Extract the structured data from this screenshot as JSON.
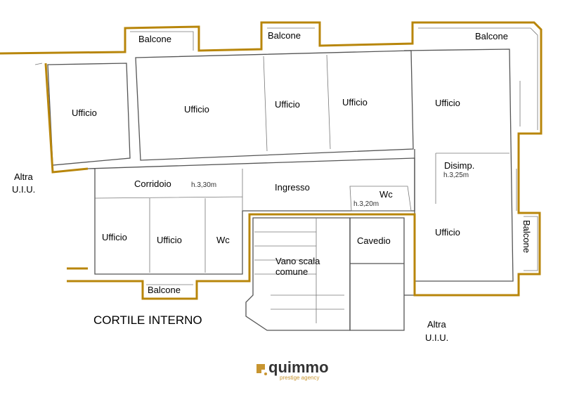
{
  "plan": {
    "rooms": {
      "ufficio_1": "Ufficio",
      "ufficio_2": "Ufficio",
      "ufficio_3": "Ufficio",
      "ufficio_4": "Ufficio",
      "ufficio_5": "Ufficio",
      "ufficio_6": "Ufficio",
      "ufficio_7": "Ufficio",
      "ufficio_8": "Ufficio",
      "corridoio": "Corridoio",
      "corridoio_h": "h.3,30m",
      "ingresso": "Ingresso",
      "wc_1": "Wc",
      "wc_2": "Wc",
      "wc_2_h": "h.3,20m",
      "disimp": "Disimp.",
      "disimp_h": "h.3,25m",
      "cavedio": "Cavedio",
      "vano_scala_1": "Vano scala",
      "vano_scala_2": "comune"
    },
    "balconies": [
      "Balcone",
      "Balcone",
      "Balcone",
      "Balcone",
      "Balcone"
    ],
    "altra_uiu_left": [
      "Altra",
      "U.I.U."
    ],
    "altra_uiu_right": [
      "Altra",
      "U.I.U."
    ],
    "cortile": "CORTILE INTERNO"
  },
  "logo": {
    "name": "quimmo",
    "tagline": "prestige agency"
  },
  "colors": {
    "boundary": "#b8860b",
    "walls": "#555555"
  }
}
